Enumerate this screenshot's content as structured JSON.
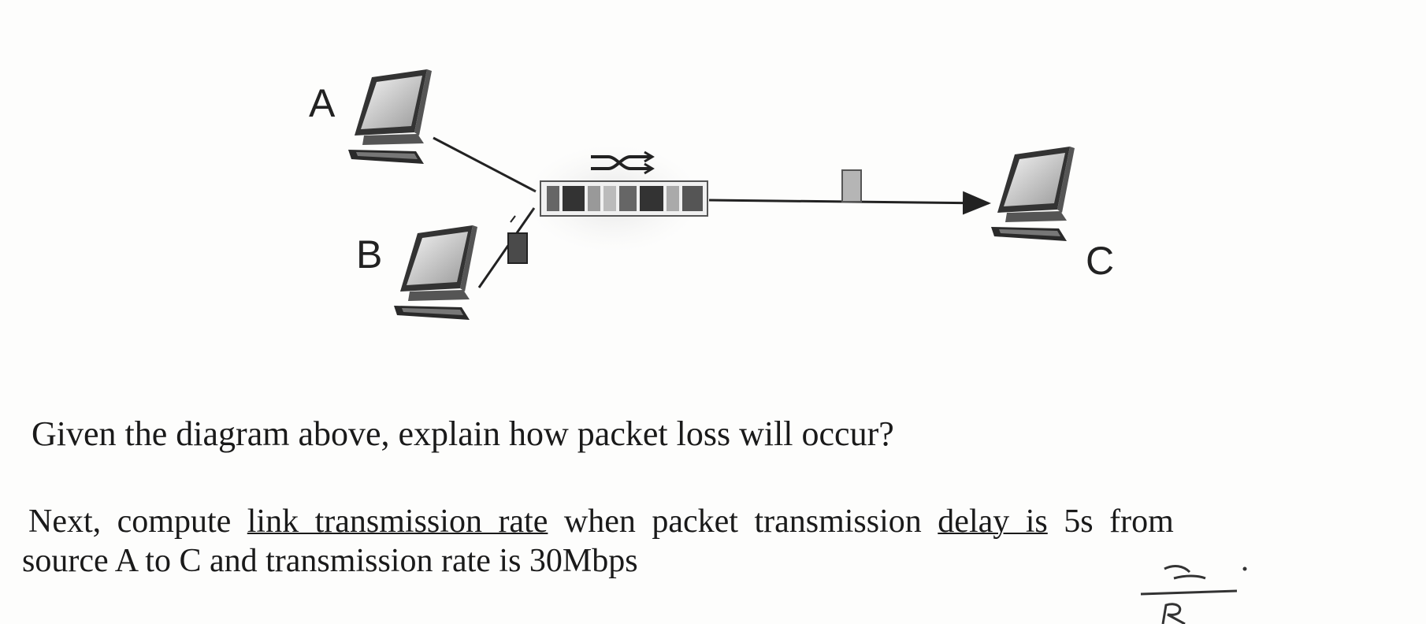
{
  "diagram": {
    "host_a_label": "A",
    "host_b_label": "B",
    "host_c_label": "C"
  },
  "question1": "Given the diagram above, explain how packet loss will occur?",
  "question2": {
    "part1": "Next, compute ",
    "part2": "link transmission rate",
    "part3": " when packet  transmission ",
    "part4": "delay is",
    "part5": " 5s from",
    "line2": "source A to C and transmission rate is 30Mbps"
  }
}
